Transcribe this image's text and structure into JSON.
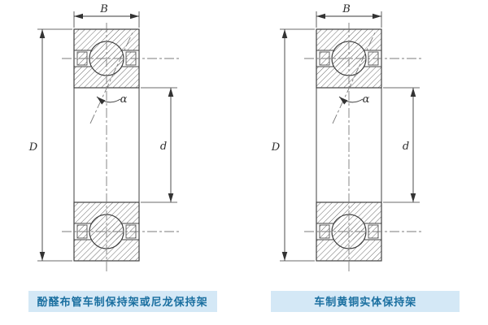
{
  "dims": {
    "B": "B",
    "D": "D",
    "d": "d",
    "alpha": "α"
  },
  "figures": [
    {
      "caption": "酚醛布管车制保持架或尼龙保持架"
    },
    {
      "caption": "车制黄铜实体保持架"
    }
  ],
  "colors": {
    "caption_bg": "#d4e8f6",
    "caption_text": "#1a6fa0",
    "line": "#404040"
  }
}
